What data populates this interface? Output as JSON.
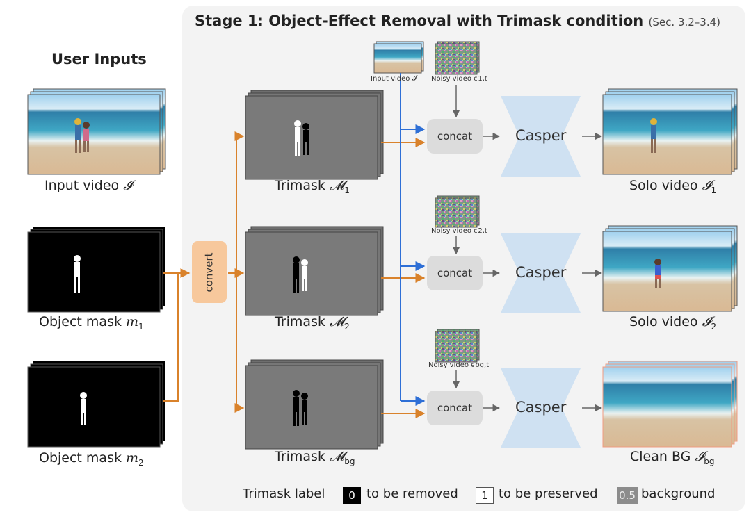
{
  "stage": {
    "title": "Stage 1: Object-Effect Removal with Trimask condition",
    "section_ref": "(Sec. 3.2–3.4)"
  },
  "user_inputs": {
    "title": "User Inputs",
    "input_video_label": "Input video",
    "input_video_symbol": "𝓘",
    "object_mask_label": "Object mask",
    "mask1_symbol": "m",
    "mask1_sub": "1",
    "mask2_symbol": "m",
    "mask2_sub": "2"
  },
  "convert_label": "convert",
  "trimasks": [
    {
      "label": "Trimask",
      "symbol": "𝓜",
      "sub": "1"
    },
    {
      "label": "Trimask",
      "symbol": "𝓜",
      "sub": "2"
    },
    {
      "label": "Trimask",
      "symbol": "𝓜",
      "sub": "bg"
    }
  ],
  "thumbs": {
    "input_video": "Input video 𝓘",
    "noisy1": "Noisy video ϵ1,t",
    "noisy2": "Noisy video ϵ2,t",
    "noisy3": "Noisy video ϵbg,t"
  },
  "concat_label": "concat",
  "casper_label": "Casper",
  "outputs": [
    {
      "label": "Solo video",
      "symbol": "𝓘",
      "sub": "1"
    },
    {
      "label": "Solo video",
      "symbol": "𝓘",
      "sub": "2"
    },
    {
      "label": "Clean BG",
      "symbol": "𝓘",
      "sub": "bg"
    }
  ],
  "legend": {
    "title": "Trimask label",
    "items": [
      {
        "value": "0",
        "text": "to be removed"
      },
      {
        "value": "1",
        "text": "to be preserved"
      },
      {
        "value": "0.5",
        "text": "background"
      }
    ]
  },
  "colors": {
    "orange_arrow": "#d9822b",
    "blue_arrow": "#2e6fd6",
    "convert_fill": "#f7c89c",
    "casper_fill": "#cfe1f2",
    "trimask_gray": "#7a7a7a",
    "panel_bg": "#f3f3f3"
  }
}
